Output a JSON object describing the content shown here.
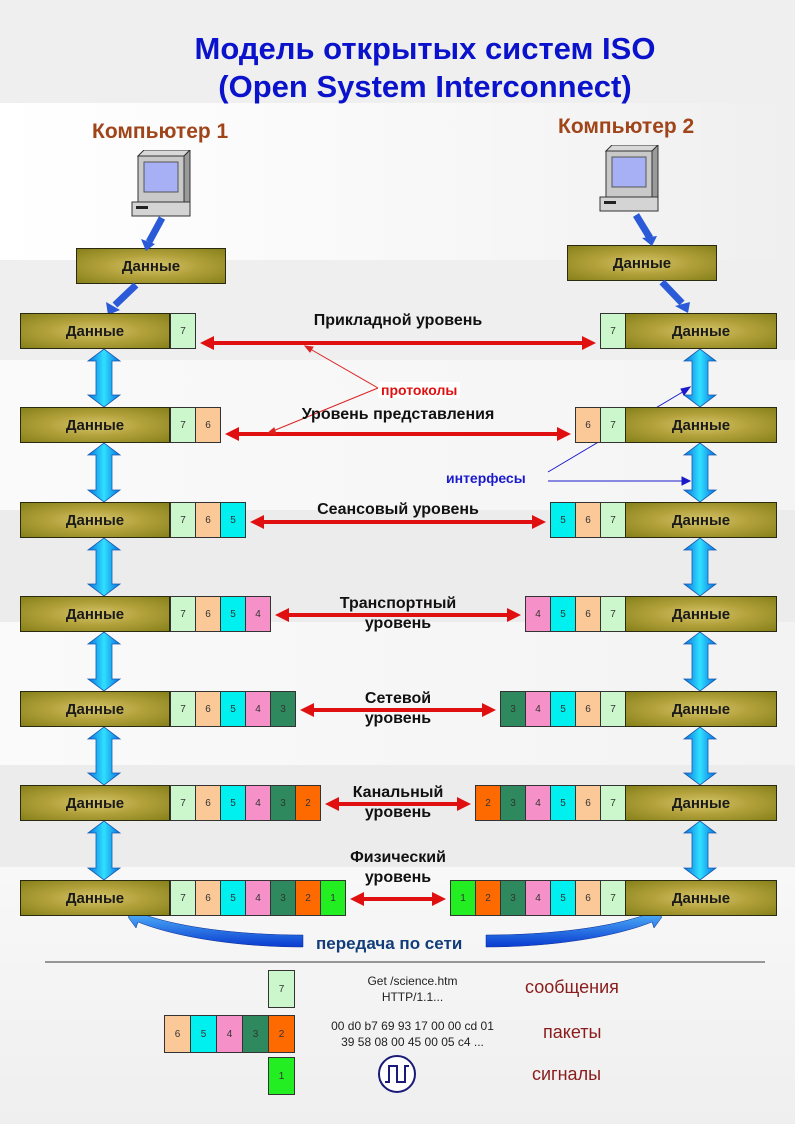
{
  "title": {
    "line1": "Модель открытых систем ISO",
    "line2": "(Open System Interconnect)"
  },
  "computers": [
    {
      "label": "Компьютер 1",
      "icon": "computer-icon"
    },
    {
      "label": "Компьютер 2",
      "icon": "computer-icon"
    }
  ],
  "data_label": "Данные",
  "header_colors": {
    "7": "#ccf7cc",
    "6": "#fbc898",
    "5": "#00f0f0",
    "4": "#f590c8",
    "3": "#2e8a5e",
    "2": "#ff6a00",
    "1": "#22ee22"
  },
  "layers": [
    {
      "level": 7,
      "name": [
        "Прикладной уровень"
      ],
      "headers": [
        "7"
      ]
    },
    {
      "level": 6,
      "name": [
        "Уровень представления"
      ],
      "headers": [
        "7",
        "6"
      ]
    },
    {
      "level": 5,
      "name": [
        "Сеансовый уровень"
      ],
      "headers": [
        "7",
        "6",
        "5"
      ]
    },
    {
      "level": 4,
      "name": [
        "Транспортный",
        "уровень"
      ],
      "headers": [
        "7",
        "6",
        "5",
        "4"
      ]
    },
    {
      "level": 3,
      "name": [
        "Сетевой",
        "уровень"
      ],
      "headers": [
        "7",
        "6",
        "5",
        "4",
        "3"
      ]
    },
    {
      "level": 2,
      "name": [
        "Канальный",
        "уровень"
      ],
      "headers": [
        "7",
        "6",
        "5",
        "4",
        "3",
        "2"
      ]
    },
    {
      "level": 1,
      "name": [
        "Физический",
        "уровень"
      ],
      "headers": [
        "7",
        "6",
        "5",
        "4",
        "3",
        "2",
        "1"
      ]
    }
  ],
  "annotations": {
    "protocols": "протоколы",
    "interfaces": "интерфесы",
    "network_transfer": "передача по сети"
  },
  "legend": [
    {
      "headers": [
        "7"
      ],
      "text": [
        "Get /science.htm",
        "HTTP/1.1..."
      ],
      "kind": "сообщения"
    },
    {
      "headers": [
        "6",
        "5",
        "4",
        "3",
        "2"
      ],
      "text": [
        "00 d0 b7 69 93 17 00 00 cd 01",
        "39 58 08 00 45 00 05 c4 ..."
      ],
      "kind": "пакеты"
    },
    {
      "headers": [
        "1"
      ],
      "icon": "square-wave-signal-icon",
      "kind": "сигналы"
    }
  ]
}
